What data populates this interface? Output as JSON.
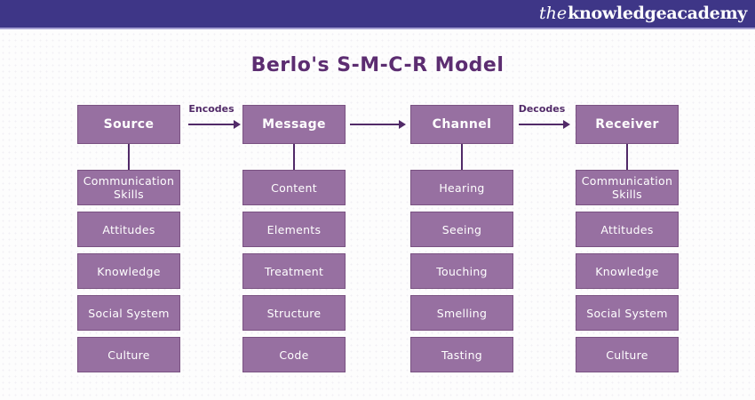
{
  "brand": {
    "prefix": "the",
    "name": "knowledgeacademy"
  },
  "title": "Berlo's S-M-C-R Model",
  "colors": {
    "header_bg": "#3e3687",
    "header_underline": "#a6a0d2",
    "box_fill": "#9770a1",
    "box_border": "#7a5282",
    "dark_purple": "#512a68",
    "title_text": "#5c2d71",
    "box_text": "#ffffff",
    "background": "#fdfdfd"
  },
  "columns": [
    {
      "header": "Source",
      "items": [
        "Communication Skills",
        "Attitudes",
        "Knowledge",
        "Social System",
        "Culture"
      ]
    },
    {
      "header": "Message",
      "items": [
        "Content",
        "Elements",
        "Treatment",
        "Structure",
        "Code"
      ]
    },
    {
      "header": "Channel",
      "items": [
        "Hearing",
        "Seeing",
        "Touching",
        "Smelling",
        "Tasting"
      ]
    },
    {
      "header": "Receiver",
      "items": [
        "Communication Skills",
        "Attitudes",
        "Knowledge",
        "Social System",
        "Culture"
      ]
    }
  ],
  "arrows": [
    {
      "label": "Encodes"
    },
    {
      "label": ""
    },
    {
      "label": "Decodes"
    }
  ]
}
